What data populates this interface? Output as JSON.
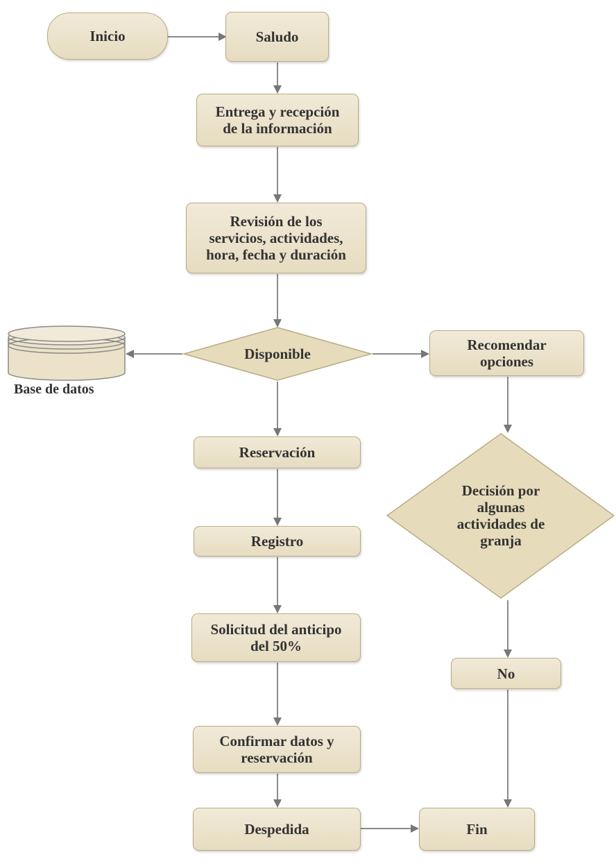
{
  "nodes": {
    "inicio": "Inicio",
    "saludo": "Saludo",
    "entrega": "Entrega y recepción\nde la información",
    "revision": "Revisión de los\nservicios, actividades,\nhora, fecha y duración",
    "disponible": "Disponible",
    "base_datos": "Base de datos",
    "recomendar": "Recomendar\nopciones",
    "reservacion": "Reservación",
    "decision": "Decisión por\nalgunas\nactividades de\ngranja",
    "registro": "Registro",
    "solicitud": "Solicitud del anticipo\ndel 50%",
    "no": "No",
    "confirmar": "Confirmar datos y\nreservación",
    "despedida": "Despedida",
    "fin": "Fin"
  },
  "colors": {
    "node_fill": "#ebe2c9",
    "node_border": "#b9ab86",
    "decision_fill": "#e6dcbb",
    "arrow": "#7a7a7a",
    "text": "#333333"
  }
}
